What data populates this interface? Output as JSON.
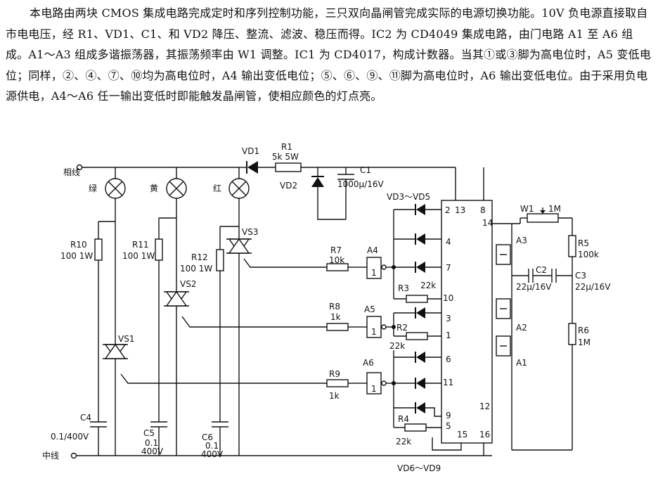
{
  "description": "本电路由两块 CMOS 集成电路完成定时和序列控制功能，三只双向晶闸管完成实际的电源切换功能。10V 负电源直接取自市电电压，经 R1、VD1、C1、和 VD2 降压、整流、滤波、稳压而得。IC2 为 CD4049 集成电路，由门电路 A1 至 A6 组成。A1～A3 组成多谐振荡器，其振荡频率由 W1 调整。IC1 为 CD4017，构成计数器。当其①或③脚为高电位时，A5 变低电位；同样，②、④、⑦、⑩均为高电位时，A4 输出变低电位；⑤、⑥、⑨、⑪脚为高电位时，A6 输出变低电位。由于采用负电源供电，A4～A6 任一输出变低时即能触发晶闸管，使相应颜色的灯点亮。",
  "labels": {
    "live": "相线",
    "neutral": "中线",
    "lamp_green": "绿",
    "lamp_yellow": "黄",
    "lamp_red": "红",
    "vd1": "VD1",
    "r1": "R1",
    "r1_val": "5k 5W",
    "vd2": "VD2",
    "c1": "C1",
    "c1_val": "1000μ/16V",
    "r10": "R10",
    "r10_val": "100 1W",
    "r11": "R11",
    "r11_val": "100 1W",
    "r12": "R12",
    "r12_val": "100 1W",
    "vs1": "VS1",
    "vs2": "VS2",
    "vs3": "VS3",
    "c4": "C4",
    "c4_val": "0.1/400V",
    "c5": "C5",
    "c5_val1": "0.1",
    "c5_val2": "400V",
    "c6": "C6",
    "c6_val1": "0.1",
    "c6_val2": "400V",
    "r7": "R7",
    "r7_val": "10k",
    "r8": "R8",
    "r8_val": "1k",
    "r9": "R9",
    "r9_val": "1k",
    "a4": "A4",
    "a5": "A5",
    "a6": "A6",
    "gate_one": "1",
    "vd3_5": "VD3～VD5",
    "vd6_9": "VD6～VD9",
    "r3": "R3",
    "r3_val": "22k",
    "r2": "R2",
    "r2_val": "22k",
    "r4": "R4",
    "r4_val": "22k",
    "pin2": "2",
    "pin13": "13",
    "pin8": "8",
    "pin14": "14",
    "pin4": "4",
    "pin7": "7",
    "pin10": "10",
    "pin3": "3",
    "pin1": "1",
    "pin6": "6",
    "pin11": "11",
    "pin12": "12",
    "pin9": "9",
    "pin5": "5",
    "pin15": "15",
    "pin16": "16",
    "w1": "W1",
    "w1_val": "1M",
    "a3": "A3",
    "a2": "A2",
    "a1": "A1",
    "c2": "C2",
    "c2_val": "22μ/16V",
    "c3": "C3",
    "c3_val": "22μ/16V",
    "r5": "R5",
    "r5_val": "100k",
    "r6": "R6",
    "r6_val": "1M"
  }
}
